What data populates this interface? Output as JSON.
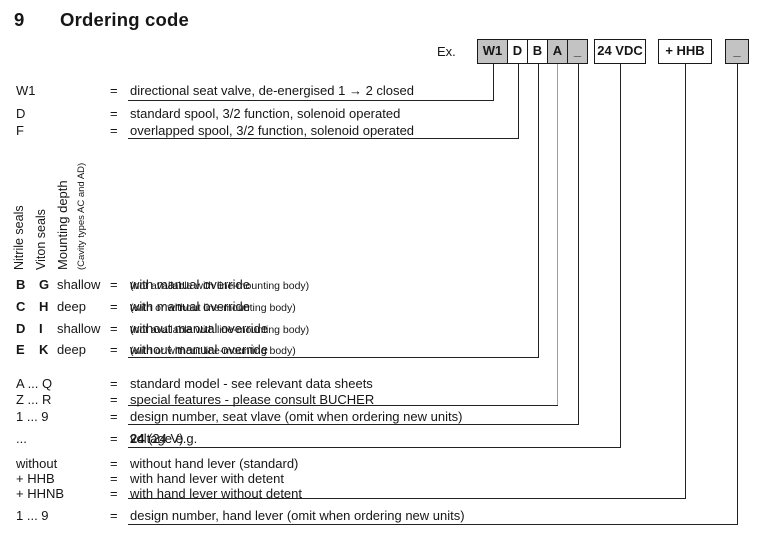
{
  "page": {
    "title_number": "9",
    "title": "Ordering code",
    "example_label": "Ex."
  },
  "code_boxes": [
    {
      "label": "W1",
      "shaded": true
    },
    {
      "label": "D",
      "shaded": false
    },
    {
      "label": "B",
      "shaded": false
    },
    {
      "label": "A",
      "shaded": true
    },
    {
      "label": "_",
      "shaded": true
    },
    {
      "label": "24 VDC",
      "shaded": false
    },
    {
      "label": "+ HHB",
      "shaded": false
    },
    {
      "label": "_",
      "shaded": true
    }
  ],
  "column_headers": {
    "nitrile": "Nitrile seals",
    "viton": "Viton seals",
    "mounting": "Mounting depth",
    "mounting_note": "(Cavity types AC and AD)"
  },
  "rows": {
    "valve": [
      {
        "code": "W1",
        "eq": "=",
        "desc": "directional seat valve, de-energised 1 → 2 closed"
      },
      {
        "code": "D",
        "eq": "=",
        "desc": "standard spool, 3/2 function, solenoid operated"
      },
      {
        "code": "F",
        "eq": "=",
        "desc": "overlapped spool, 3/2 function, solenoid operated"
      }
    ],
    "override": [
      {
        "nitrile": "B",
        "viton": "G",
        "depth": "shallow",
        "eq": "=",
        "desc": "with manual override ",
        "note": "(not available with line-mounting body)"
      },
      {
        "nitrile": "C",
        "viton": "H",
        "depth": "deep",
        "eq": "=",
        "desc": "with manual override ",
        "note": "(with or without line-mounting body)"
      },
      {
        "nitrile": "D",
        "viton": "I",
        "depth": "shallow",
        "eq": "=",
        "desc": "without manual override ",
        "note": "(not available with line-mounting body)"
      },
      {
        "nitrile": "E",
        "viton": "K",
        "depth": "deep",
        "eq": "=",
        "desc": "without manual override ",
        "note": "(with or without line-mounting body)"
      }
    ],
    "model": [
      {
        "code": "A ... Q",
        "eq": "=",
        "desc": "standard model - see relevant data sheets"
      },
      {
        "code": "Z ... R",
        "eq": "=",
        "desc": "special features - please consult BUCHER"
      }
    ],
    "design_seat": {
      "code": "1 ... 9",
      "eq": "=",
      "desc": "design number, seat vlave (omit when ordering new units)"
    },
    "voltage": {
      "code": "...",
      "eq": "=",
      "desc_pre": "voltage e.g. ",
      "desc_bold": "24",
      "desc_post": " (24 V)"
    },
    "hand_lever": [
      {
        "code": "without",
        "eq": "=",
        "desc": "without hand lever (standard)"
      },
      {
        "code": "+ HHB",
        "eq": "=",
        "desc": "with hand lever with detent"
      },
      {
        "code": "+ HHNB",
        "eq": "=",
        "desc": "with hand lever without detent"
      }
    ],
    "design_lever": {
      "code": "1 ... 9",
      "eq": "=",
      "desc": "design number, hand lever (omit when ordering new units)"
    }
  },
  "colors": {
    "box_shaded_fill": "#c3c3c3",
    "box_border": "#1a1a1a",
    "line": "#222222",
    "gray_line": "#9e9e9e",
    "text": "#161616"
  }
}
